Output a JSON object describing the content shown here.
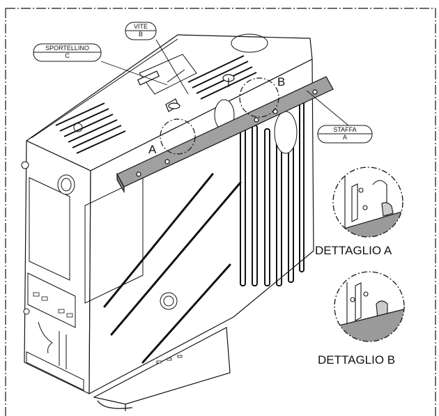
{
  "callouts": {
    "vite": {
      "name": "VITE",
      "code": "B"
    },
    "sportellino": {
      "name": "SPORTELLINO",
      "code": "C"
    },
    "staffa": {
      "name": "STAFFA",
      "code": "A"
    }
  },
  "markers": {
    "a": "A",
    "b": "B"
  },
  "details": {
    "a": "DETTAGLIO A",
    "b": "DETTAGLIO B"
  },
  "colors": {
    "line": "#111111",
    "bracket": "#a0a0a0",
    "hatch": "#9a9a9a"
  }
}
